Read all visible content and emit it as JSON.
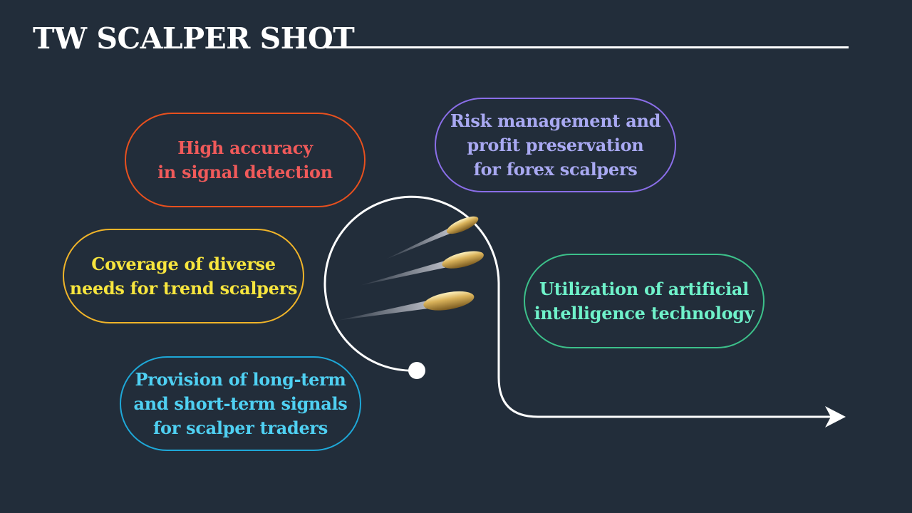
{
  "title": "TW SCALPER SHOT",
  "features": [
    {
      "label": "High accuracy\nin signal detection",
      "border": "#e8501e",
      "text": "#f05a5a"
    },
    {
      "label": "Coverage of diverse\nneeds for trend scalpers",
      "border": "#f0b429",
      "text": "#f7e53e"
    },
    {
      "label": "Provision of long-term\nand short-term signals\nfor scalper traders",
      "border": "#1ea8d8",
      "text": "#4fd0f2"
    },
    {
      "label": "Risk management and\nprofit preservation\nfor forex scalpers",
      "border": "#8a6ee8",
      "text": "#a9a9f2"
    },
    {
      "label": "Utilization of artificial\nintelligence technology",
      "border": "#3cc08a",
      "text": "#6ff2ca"
    }
  ]
}
